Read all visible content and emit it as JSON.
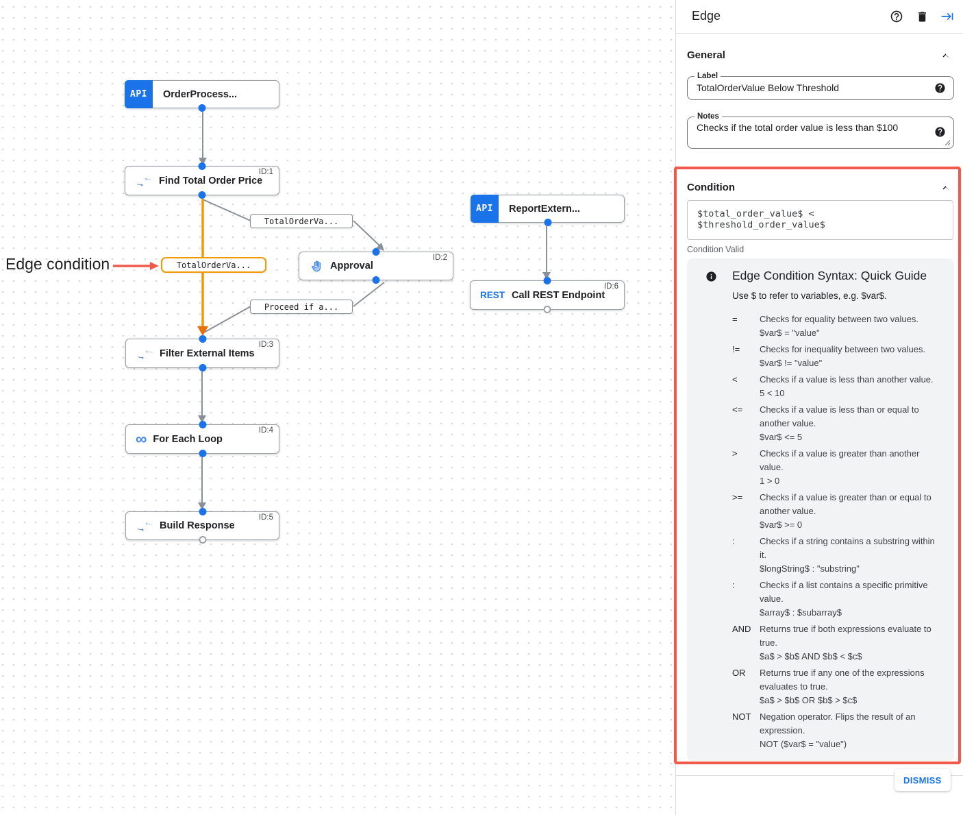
{
  "colors": {
    "accent_blue": "#1a73e8",
    "edge_highlight_orange": "#f29900",
    "annotation_red": "#f4584a",
    "edge_gray": "#8a9097"
  },
  "annotation": {
    "text": "Edge condition"
  },
  "canvas": {
    "nodes": [
      {
        "label": "OrderProcess...",
        "badge": "API",
        "id": ""
      },
      {
        "label": "Find Total Order Price",
        "id": "ID:1"
      },
      {
        "label": "Approval",
        "id": "ID:2"
      },
      {
        "label": "ReportExtern...",
        "badge": "API",
        "id": ""
      },
      {
        "label": "Call REST Endpoint",
        "badge": "REST",
        "id": "ID:6"
      },
      {
        "label": "Filter External Items",
        "id": "ID:3"
      },
      {
        "label": "For Each Loop",
        "id": "ID:4"
      },
      {
        "label": "Build Response",
        "id": "ID:5"
      }
    ],
    "icons": {
      "api_badge": "API",
      "rest_badge": "REST",
      "loop_icon": "∞",
      "map_arrow_right": "→",
      "map_arrow_left": "←"
    },
    "edge_labels": [
      {
        "text": "TotalOrderVa..."
      },
      {
        "text": "TotalOrderVa...",
        "highlighted": true
      },
      {
        "text": "Proceed if a..."
      }
    ]
  },
  "panel": {
    "title": "Edge",
    "general": {
      "heading": "General",
      "label_field": {
        "label": "Label",
        "value": "TotalOrderValue Below Threshold"
      },
      "notes_field": {
        "label": "Notes",
        "value": "Checks if the total order value is less than $100"
      }
    },
    "condition": {
      "heading": "Condition",
      "expression": "$total_order_value$ < $threshold_order_value$",
      "status": "Condition Valid",
      "guide": {
        "title": "Edge Condition Syntax: Quick Guide",
        "intro": "Use $ to refer to variables, e.g. $var$.",
        "operators": [
          {
            "op": "=",
            "desc": "Checks for equality between two values.",
            "example": "$var$ = \"value\""
          },
          {
            "op": "!=",
            "desc": "Checks for inequality between two values.",
            "example": "$var$ != \"value\""
          },
          {
            "op": "<",
            "desc": "Checks if a value is less than another value.",
            "example": "5 < 10"
          },
          {
            "op": "<=",
            "desc": "Checks if a value is less than or equal to another value.",
            "example": "$var$ <= 5"
          },
          {
            "op": ">",
            "desc": "Checks if a value is greater than another value.",
            "example": "1 > 0"
          },
          {
            "op": ">=",
            "desc": "Checks if a value is greater than or equal to another value.",
            "example": "$var$ >= 0"
          },
          {
            "op": ":",
            "desc": "Checks if a string contains a substring within it.",
            "example": "$longString$ : \"substring\""
          },
          {
            "op": ":",
            "desc": "Checks if a list contains a specific primitive value.",
            "example": "$array$ : $subarray$"
          },
          {
            "op": "AND",
            "desc": "Returns true if both expressions evaluate to true.",
            "example": "$a$ > $b$ AND $b$ < $c$"
          },
          {
            "op": "OR",
            "desc": "Returns true if any one of the expressions evaluates to true.",
            "example": "$a$ > $b$ OR $b$ > $c$"
          },
          {
            "op": "NOT",
            "desc": "Negation operator. Flips the result of an expression.",
            "example": "NOT ($var$ = \"value\")"
          }
        ]
      }
    },
    "dismiss_label": "DISMISS"
  }
}
